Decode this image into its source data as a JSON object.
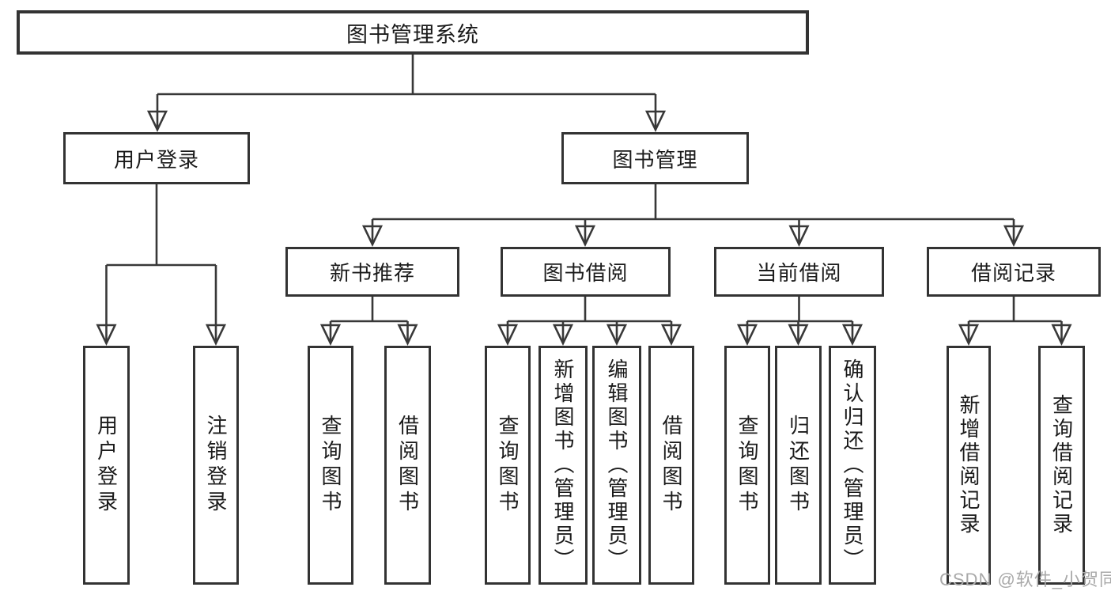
{
  "nodes": {
    "root": {
      "label": "图书管理系统"
    },
    "level2": [
      {
        "id": "user-login",
        "label": "用户登录"
      },
      {
        "id": "book-management",
        "label": "图书管理"
      }
    ],
    "level3": [
      {
        "id": "new-book-recommend",
        "parent": "图书管理",
        "label": "新书推荐"
      },
      {
        "id": "book-borrowing",
        "parent": "图书管理",
        "label": "图书借阅"
      },
      {
        "id": "current-borrowing",
        "parent": "图书管理",
        "label": "当前借阅"
      },
      {
        "id": "borrowing-records",
        "parent": "图书管理",
        "label": "借阅记录"
      }
    ],
    "leaves": [
      {
        "parent": "用户登录",
        "label": "用户登录"
      },
      {
        "parent": "用户登录",
        "label": "注销登录"
      },
      {
        "parent": "新书推荐",
        "label": "查询图书"
      },
      {
        "parent": "新书推荐",
        "label": "借阅图书"
      },
      {
        "parent": "图书借阅",
        "label": "查询图书"
      },
      {
        "parent": "图书借阅",
        "label": "新增图书（管理员）"
      },
      {
        "parent": "图书借阅",
        "label": "编辑图书（管理员）"
      },
      {
        "parent": "图书借阅",
        "label": "借阅图书"
      },
      {
        "parent": "当前借阅",
        "label": "查询图书"
      },
      {
        "parent": "当前借阅",
        "label": "归还图书"
      },
      {
        "parent": "当前借阅",
        "label": "确认归还（管理员）"
      },
      {
        "parent": "借阅记录",
        "label": "新增借阅记录"
      },
      {
        "parent": "借阅记录",
        "label": "查询借阅记录"
      }
    ]
  },
  "watermark": {
    "text": "CSDN @软件_小贺同学"
  },
  "colors": {
    "line": "#383838",
    "box_border": "#333333",
    "text": "#1b1b1b",
    "watermark": "#a9a9a9",
    "background": "#ffffff"
  }
}
